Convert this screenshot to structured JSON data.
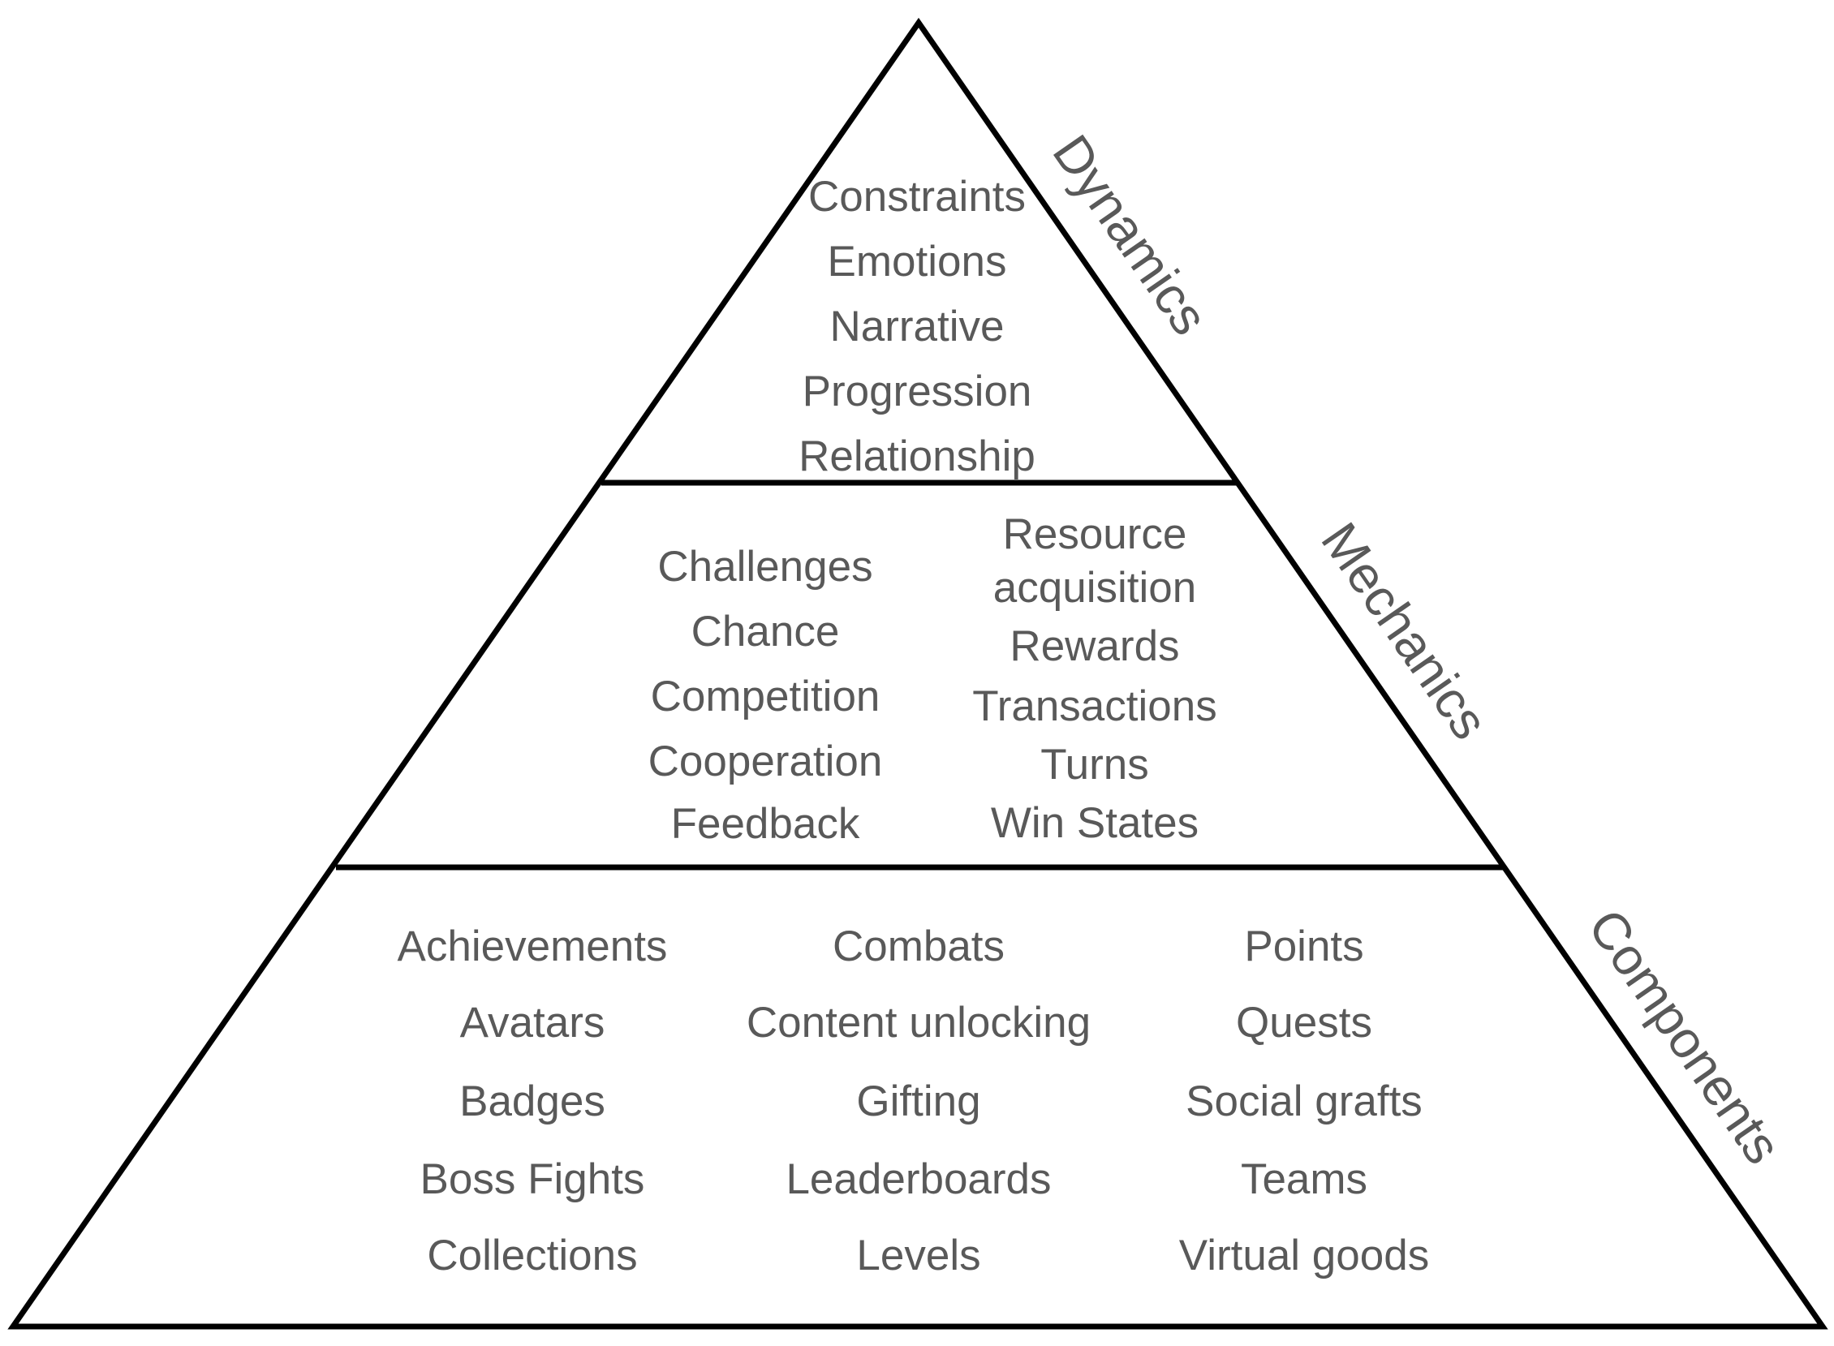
{
  "colors": {
    "outline": "#000000",
    "text": "#595959",
    "background": "#ffffff"
  },
  "tiers": {
    "dynamics": {
      "label": "Dynamics",
      "items": [
        "Constraints",
        "Emotions",
        "Narrative",
        "Progression",
        "Relationship"
      ]
    },
    "mechanics": {
      "label": "Mechanics",
      "columns": [
        [
          "Challenges",
          "Chance",
          "Competition",
          "Cooperation",
          "Feedback"
        ],
        [
          "Resource",
          "acquisition",
          "Rewards",
          "Transactions",
          "Turns",
          "Win States"
        ]
      ]
    },
    "components": {
      "label": "Components",
      "columns": [
        [
          "Achievements",
          "Avatars",
          "Badges",
          "Boss Fights",
          "Collections"
        ],
        [
          "Combats",
          "Content unlocking",
          "Gifting",
          "Leaderboards",
          "Levels"
        ],
        [
          "Points",
          "Quests",
          "Social grafts",
          "Teams",
          "Virtual goods"
        ]
      ]
    }
  }
}
